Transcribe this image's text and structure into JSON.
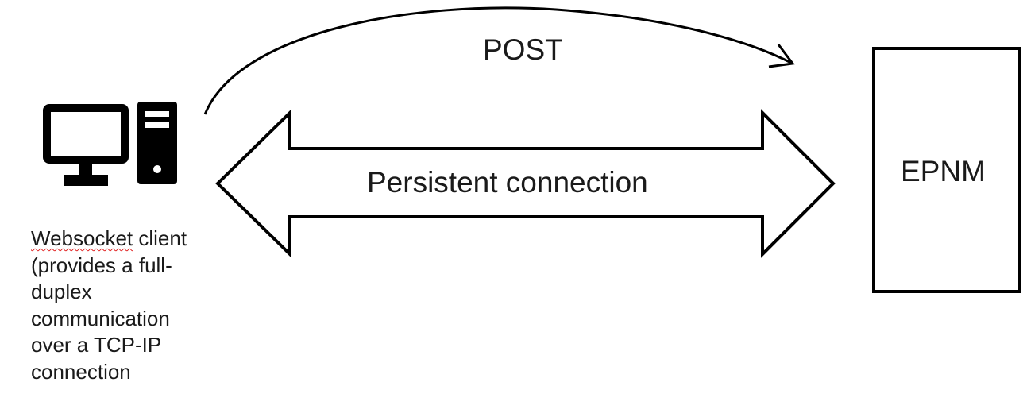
{
  "diagram": {
    "post_label": "POST",
    "connection_label": "Persistent connection",
    "server_label": "EPNM",
    "client": {
      "icon": "desktop-computer-icon",
      "caption_first_word": "Websocket",
      "caption_first_rest": " client",
      "caption_lines": [
        "(provides a full-",
        "duplex",
        "communication",
        "over a TCP-IP",
        "connection"
      ]
    }
  }
}
